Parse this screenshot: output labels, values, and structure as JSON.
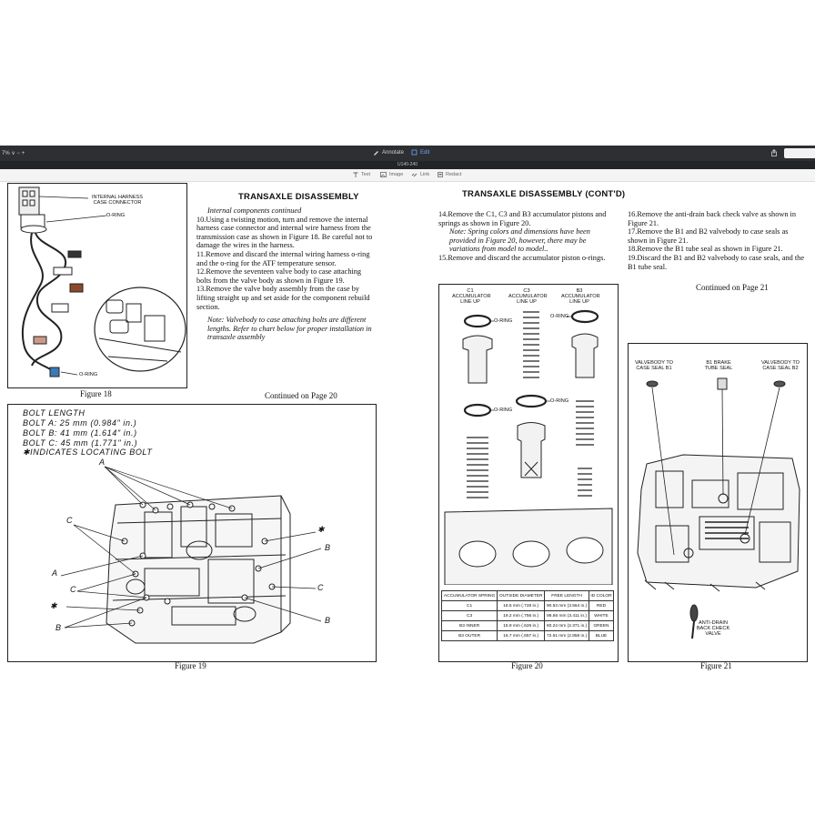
{
  "toolbar": {
    "zoom": "7% ∨  −  +",
    "annotate": "Annotate",
    "edit": "Edit",
    "document_title": "U140-240",
    "text_tool": "Text",
    "image_tool": "Image",
    "link_tool": "Link",
    "redact_tool": "Redact"
  },
  "left_page": {
    "fig18": {
      "label_harness": "INTERNAL HARNESS CASE CONNECTOR",
      "label_oring_top": "O-RING",
      "label_oring_bottom": "O-RING",
      "caption": "Figure 18"
    },
    "heading": "TRANSAXLE DISASSEMBLY",
    "subheading": "Internal components continued",
    "steps": [
      "10.Using a twisting motion, turn and remove the internal harness case connector and internal wire harness from the transmission case as shown in Figure 18. Be careful not to damage the wires in the harness.",
      "11.Remove and discard the internal wiring harness o-ring and the o-ring for the ATF temperature sensor.",
      "12.Remove the seventeen valve body to case attaching bolts from the valve body as shown in Figure 19.",
      "13.Remove the valve body assembly from the case by lifting straight up and set aside for the component rebuild section."
    ],
    "note": "Note: Valvebody to case attaching bolts are different lengths. Refer to chart below for proper installation in transaxle assembly",
    "continued": "Continued on Page 20",
    "fig19": {
      "bolt_title": "BOLT LENGTH",
      "bolt_a": "BOLT A:  25 mm (0.984\" in.)",
      "bolt_b": "BOLT B:  41 mm (1.614\" in.)",
      "bolt_c": "BOLT C:  45 mm (1.771\" in.)",
      "locating": "✱INDICATES LOCATING BOLT",
      "callout_a": "A",
      "callout_b": "B",
      "callout_c": "C",
      "callout_star": "✱",
      "caption": "Figure 19"
    }
  },
  "right_page": {
    "heading": "TRANSAXLE DISASSEMBLY (CONT'D)",
    "steps_col1": [
      "14.Remove the C1, C3 and B3 accumulator pistons and springs as shown in Figure 20."
    ],
    "note_col1": "Note: Spring colors and dimensions have been provided in Figure 20, however, there may be variations from model to model..",
    "steps_col1b": [
      "15.Remove and discard the accumulator piston o-rings."
    ],
    "steps_col2": [
      "16.Remove the anti-drain back check valve as shown in Figure 21.",
      "17.Remove the B1 and B2 valvebody to case seals as shown in Figure 21.",
      "18.Remove the B1 tube seal as shown in Figure 21.",
      "19.Discard the B1 and B2 valvebody to case seals, and the B1 tube seal."
    ],
    "continued": "Continued on Page 21",
    "fig20": {
      "col_c1": "C1 ACCUMULATOR LINE UP",
      "col_c3": "C3 ACCUMULATOR LINE UP",
      "col_b3": "B3 ACCUMULATOR LINE UP",
      "oring": "O-RING",
      "table_headers": [
        "ACCUMULATOR SPRING",
        "OUTSIDE DIAMETER",
        "FREE LENGTH",
        "ID COLOR"
      ],
      "table_rows": [
        [
          "C1",
          "18.5 mm (.728 in.)",
          "90.53 mm (3.564 in.)",
          "RED"
        ],
        [
          "C3",
          "19.2 mm (.756 in.)",
          "86.66 mm (3.411 in.)",
          "WHITE"
        ],
        [
          "B3 INNER",
          "15.9 mm (.626 in.)",
          "60.24 mm (2.371 in.)",
          "GREEN"
        ],
        [
          "B3 OUTER",
          "16.7 mm (.657 in.)",
          "72.61 mm (2.858 in.)",
          "BLUE"
        ]
      ],
      "caption": "Figure 20"
    },
    "fig21": {
      "label_b1_seal": "VALVEBODY TO CASE SEAL B1",
      "label_b1_tube": "B1 BRAKE TUBE SEAL",
      "label_b2_seal": "VALVEBODY TO CASE SEAL B2",
      "label_check": "ANTI-DRAIN BACK CHECK VALVE",
      "caption": "Figure 21"
    }
  }
}
